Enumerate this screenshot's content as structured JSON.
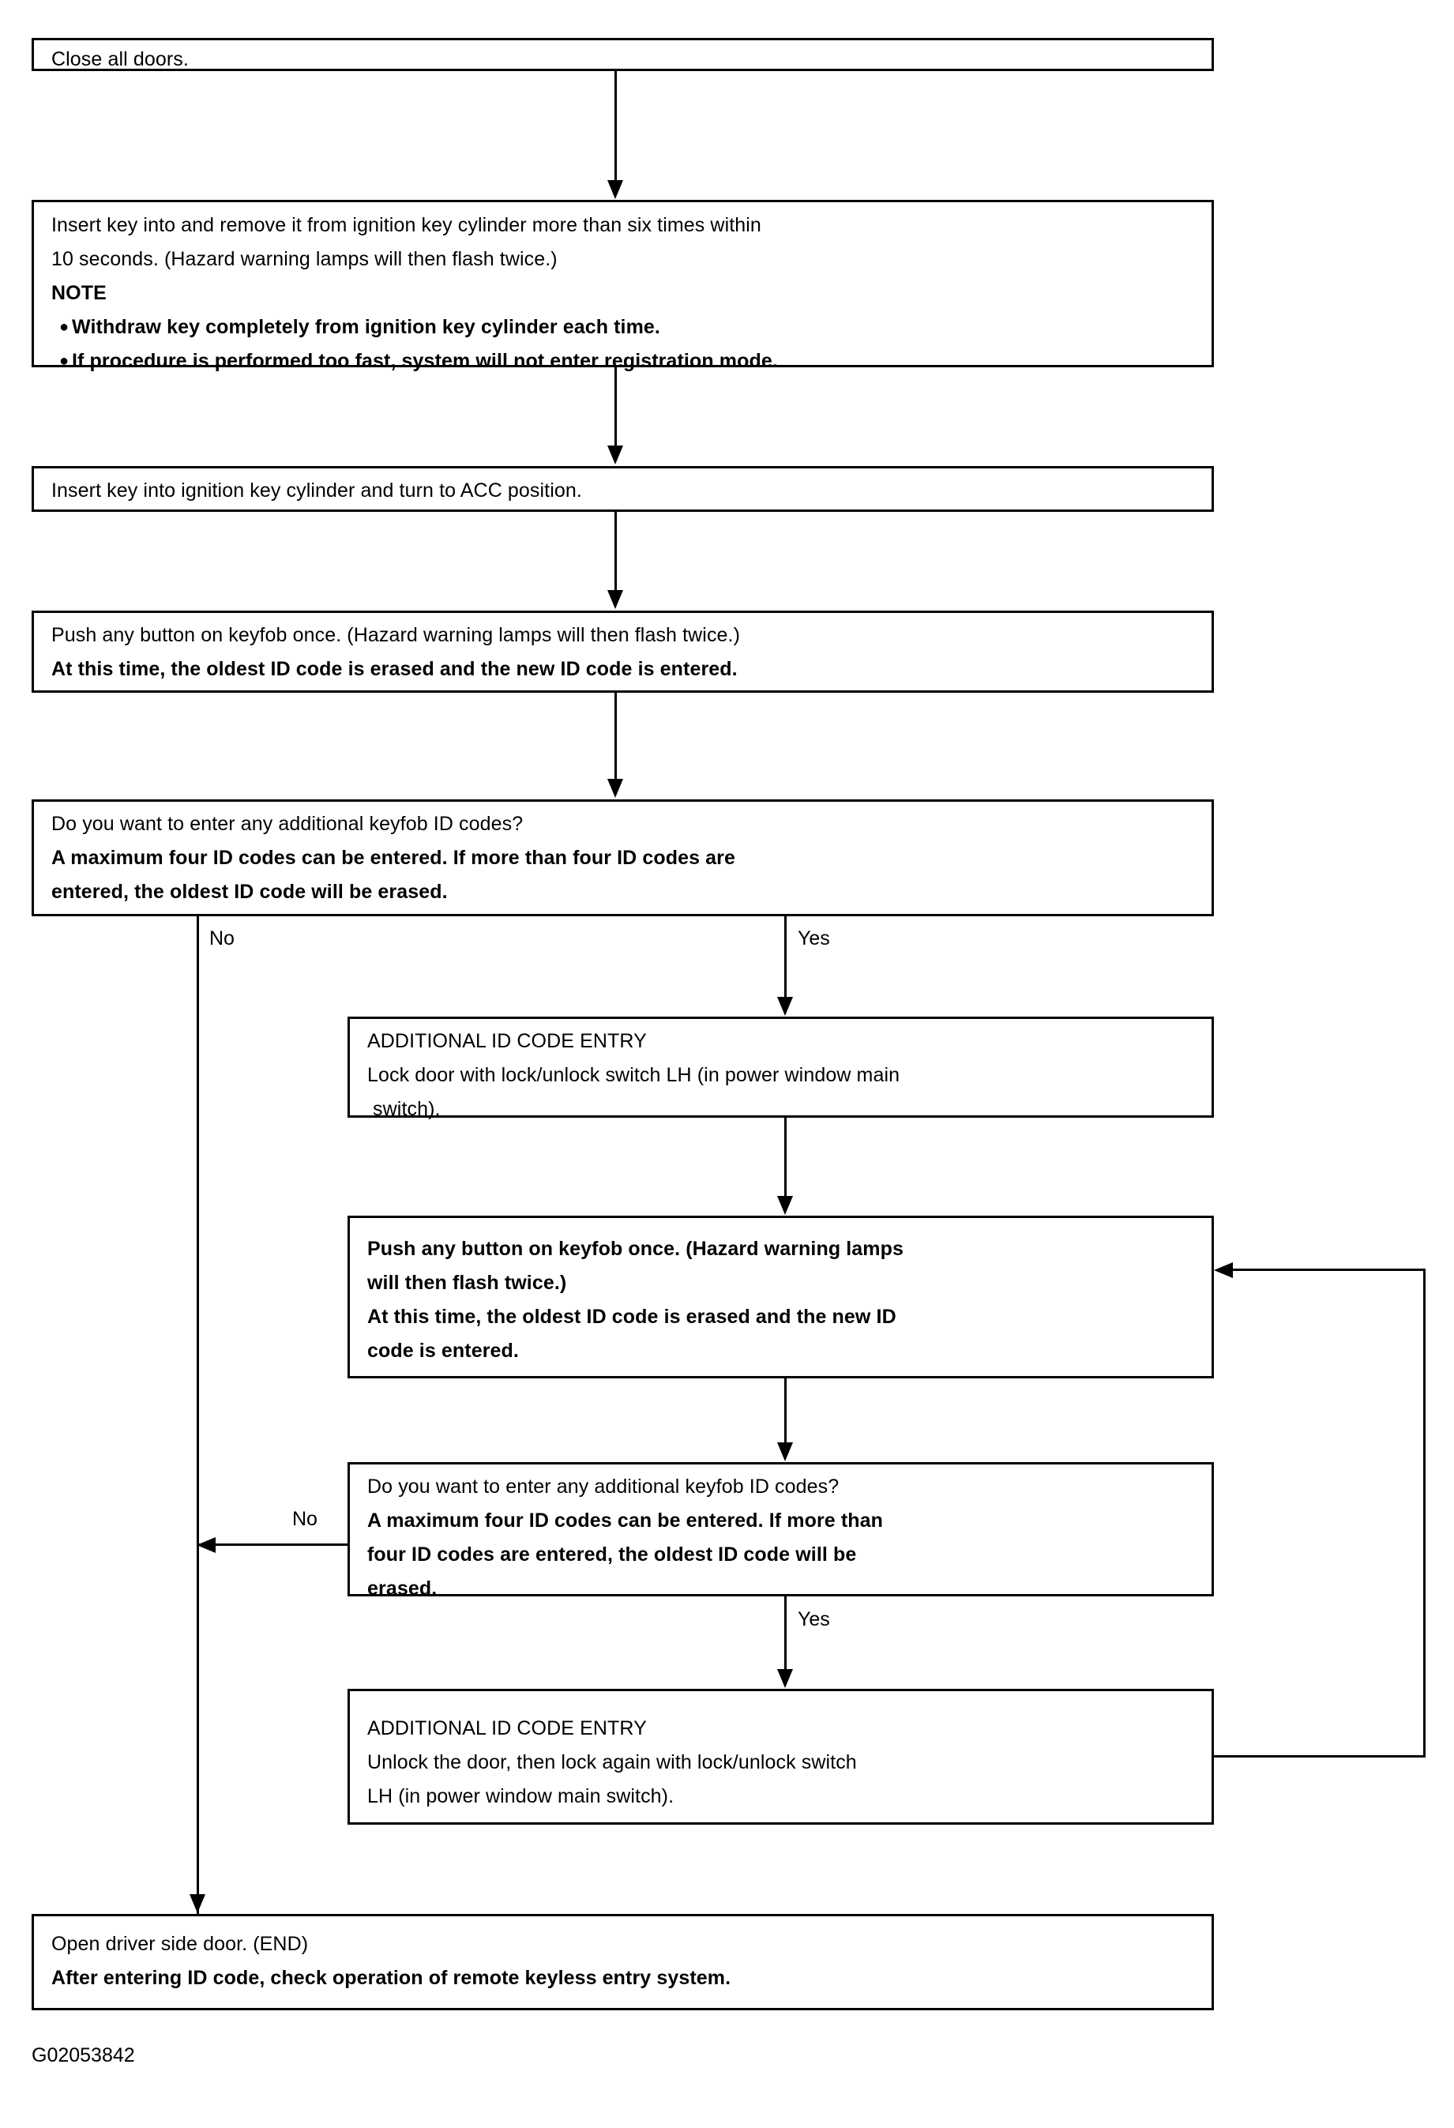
{
  "diagram": {
    "figure_id": "G02053842",
    "boxes": {
      "close_doors": {
        "lines": [
          {
            "text": "Close all doors.",
            "bold": false
          }
        ]
      },
      "insert_remove_key": {
        "lines": [
          {
            "text": "Insert key into and remove it from ignition key cylinder more than six times within",
            "bold": false
          },
          {
            "text": "10 seconds. (Hazard warning lamps will then flash twice.)",
            "bold": false
          },
          {
            "text": "NOTE",
            "bold": true
          }
        ],
        "bullets": [
          {
            "text": "Withdraw key completely from ignition key cylinder each time.",
            "bold": true
          },
          {
            "text": "If procedure is performed too fast, system will not enter registration mode.",
            "bold": true
          }
        ]
      },
      "turn_acc": {
        "lines": [
          {
            "text": "Insert key into ignition key cylinder and turn to ACC position.",
            "bold": false
          }
        ]
      },
      "push_keyfob_1": {
        "lines": [
          {
            "text": "Push any button on keyfob once. (Hazard warning lamps will then flash twice.)",
            "bold": false
          },
          {
            "text": "At this time, the oldest ID code is erased and the new ID code is entered.",
            "bold": true
          }
        ]
      },
      "decision_1": {
        "lines": [
          {
            "text": "Do you want to enter any additional keyfob ID codes?",
            "bold": false
          },
          {
            "text": "A maximum four ID codes can be entered. If more than four ID codes are",
            "bold": true
          },
          {
            "text": "entered, the oldest ID code will be erased.",
            "bold": true
          }
        ]
      },
      "additional_entry_1": {
        "lines": [
          {
            "text": "ADDITIONAL ID CODE ENTRY",
            "bold": false
          },
          {
            "text": "Lock door with lock/unlock switch LH (in power window main",
            "bold": false
          },
          {
            "text": " switch).",
            "bold": false
          }
        ]
      },
      "push_keyfob_2": {
        "lines": [
          {
            "text": "Push any button on keyfob once. (Hazard warning lamps",
            "bold": true
          },
          {
            "text": "will then flash twice.)",
            "bold": true
          },
          {
            "text": "At this time, the oldest ID code is erased and the new ID",
            "bold": true
          },
          {
            "text": "code is entered.",
            "bold": true
          }
        ]
      },
      "decision_2": {
        "lines": [
          {
            "text": "Do you want to enter any additional keyfob ID codes?",
            "bold": false
          },
          {
            "text": "A maximum four ID codes can be entered. If more than",
            "bold": true
          },
          {
            "text": "four ID codes are entered, the oldest ID code will be",
            "bold": true
          },
          {
            "text": "erased.",
            "bold": true
          }
        ]
      },
      "additional_entry_2": {
        "lines": [
          {
            "text": "ADDITIONAL ID CODE ENTRY",
            "bold": false
          },
          {
            "text": "Unlock the door, then lock again with lock/unlock switch",
            "bold": false
          },
          {
            "text": "LH (in power window main switch).",
            "bold": false
          }
        ]
      },
      "end_box": {
        "lines": [
          {
            "text": "Open driver side door. (END)",
            "bold": false
          },
          {
            "text": "After entering ID code, check operation of remote keyless entry system.",
            "bold": true
          }
        ]
      }
    },
    "edge_labels": {
      "decision1_no": "No",
      "decision1_yes": "Yes",
      "decision2_no": "No",
      "decision2_yes": "Yes"
    }
  }
}
